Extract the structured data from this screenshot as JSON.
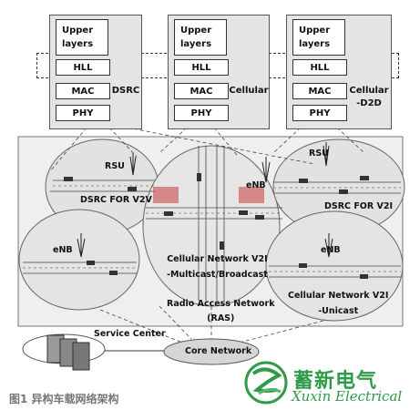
{
  "stacks": [
    {
      "top": "Upper\nlayers",
      "hll": "HLL",
      "mac": "MAC",
      "phy": "PHY",
      "label": "DSRC"
    },
    {
      "top": "Upper\nlayers",
      "hll": "HLL",
      "mac": "MAC",
      "phy": "PHY",
      "label": "Cellular"
    },
    {
      "top": "Upper\nlayers",
      "hll": "HLL",
      "mac": "MAC",
      "phy": "PHY",
      "label": "Cellular\n-D2D"
    }
  ],
  "regions": {
    "rsu_left": "RSU",
    "dsrc_v2v": "DSRC FOR V2V",
    "enb_center": "eNB",
    "rsu_right": "RSU",
    "dsrc_v2i": "DSRC FOR V2I",
    "enb_left": "eNB",
    "cellular_mcast": "Cellular Network V2I\n-Multicast/Broadcast",
    "enb_right": "eNB",
    "cellular_unicast": "Cellular Network V2I\n-Unicast",
    "ran": "Radio Access Network\n(RAS)",
    "service_center": "Service Center",
    "core_network": "Core Network"
  },
  "caption": "图1  异构车载网络架构",
  "brand": {
    "chinese": "蓄新电气",
    "english": "Xuxin Electrical"
  },
  "colors": {
    "brand_green": "#2f9a47",
    "box_gray": "#e4e4e4"
  }
}
